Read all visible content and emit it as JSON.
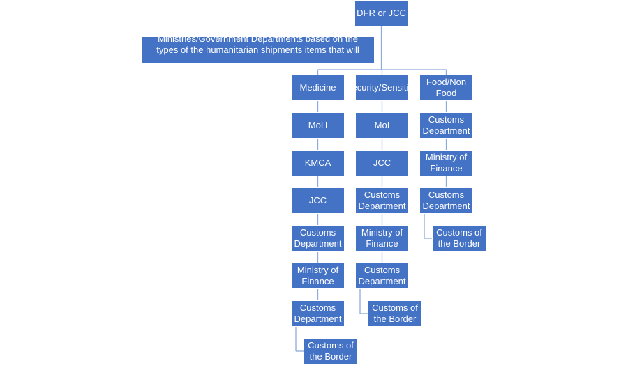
{
  "colors": {
    "node_fill": "#4472c4",
    "node_text": "#ffffff",
    "connector": "#8faadc"
  },
  "root": {
    "label": "DFR or JCC"
  },
  "note": {
    "lines": [
      "Ministries/Government Departments based on the",
      "types of the humanitarian shipments items that will"
    ]
  },
  "branches": [
    {
      "label": "Medicine",
      "steps": [
        "MoH",
        "KMCA",
        "JCC",
        "Customs Department",
        "Ministry of Finance",
        "Customs Department"
      ],
      "final": "Customs of the Border"
    },
    {
      "label": "Security/Sensitive",
      "steps": [
        "MoI",
        "JCC",
        "Customs Department",
        "Ministry of Finance",
        "Customs Department"
      ],
      "final": "Customs of the Border"
    },
    {
      "label": "Food/Non Food",
      "steps": [
        "Customs Department",
        "Ministry of Finance",
        "Customs Department"
      ],
      "final": "Customs of the Border"
    }
  ]
}
